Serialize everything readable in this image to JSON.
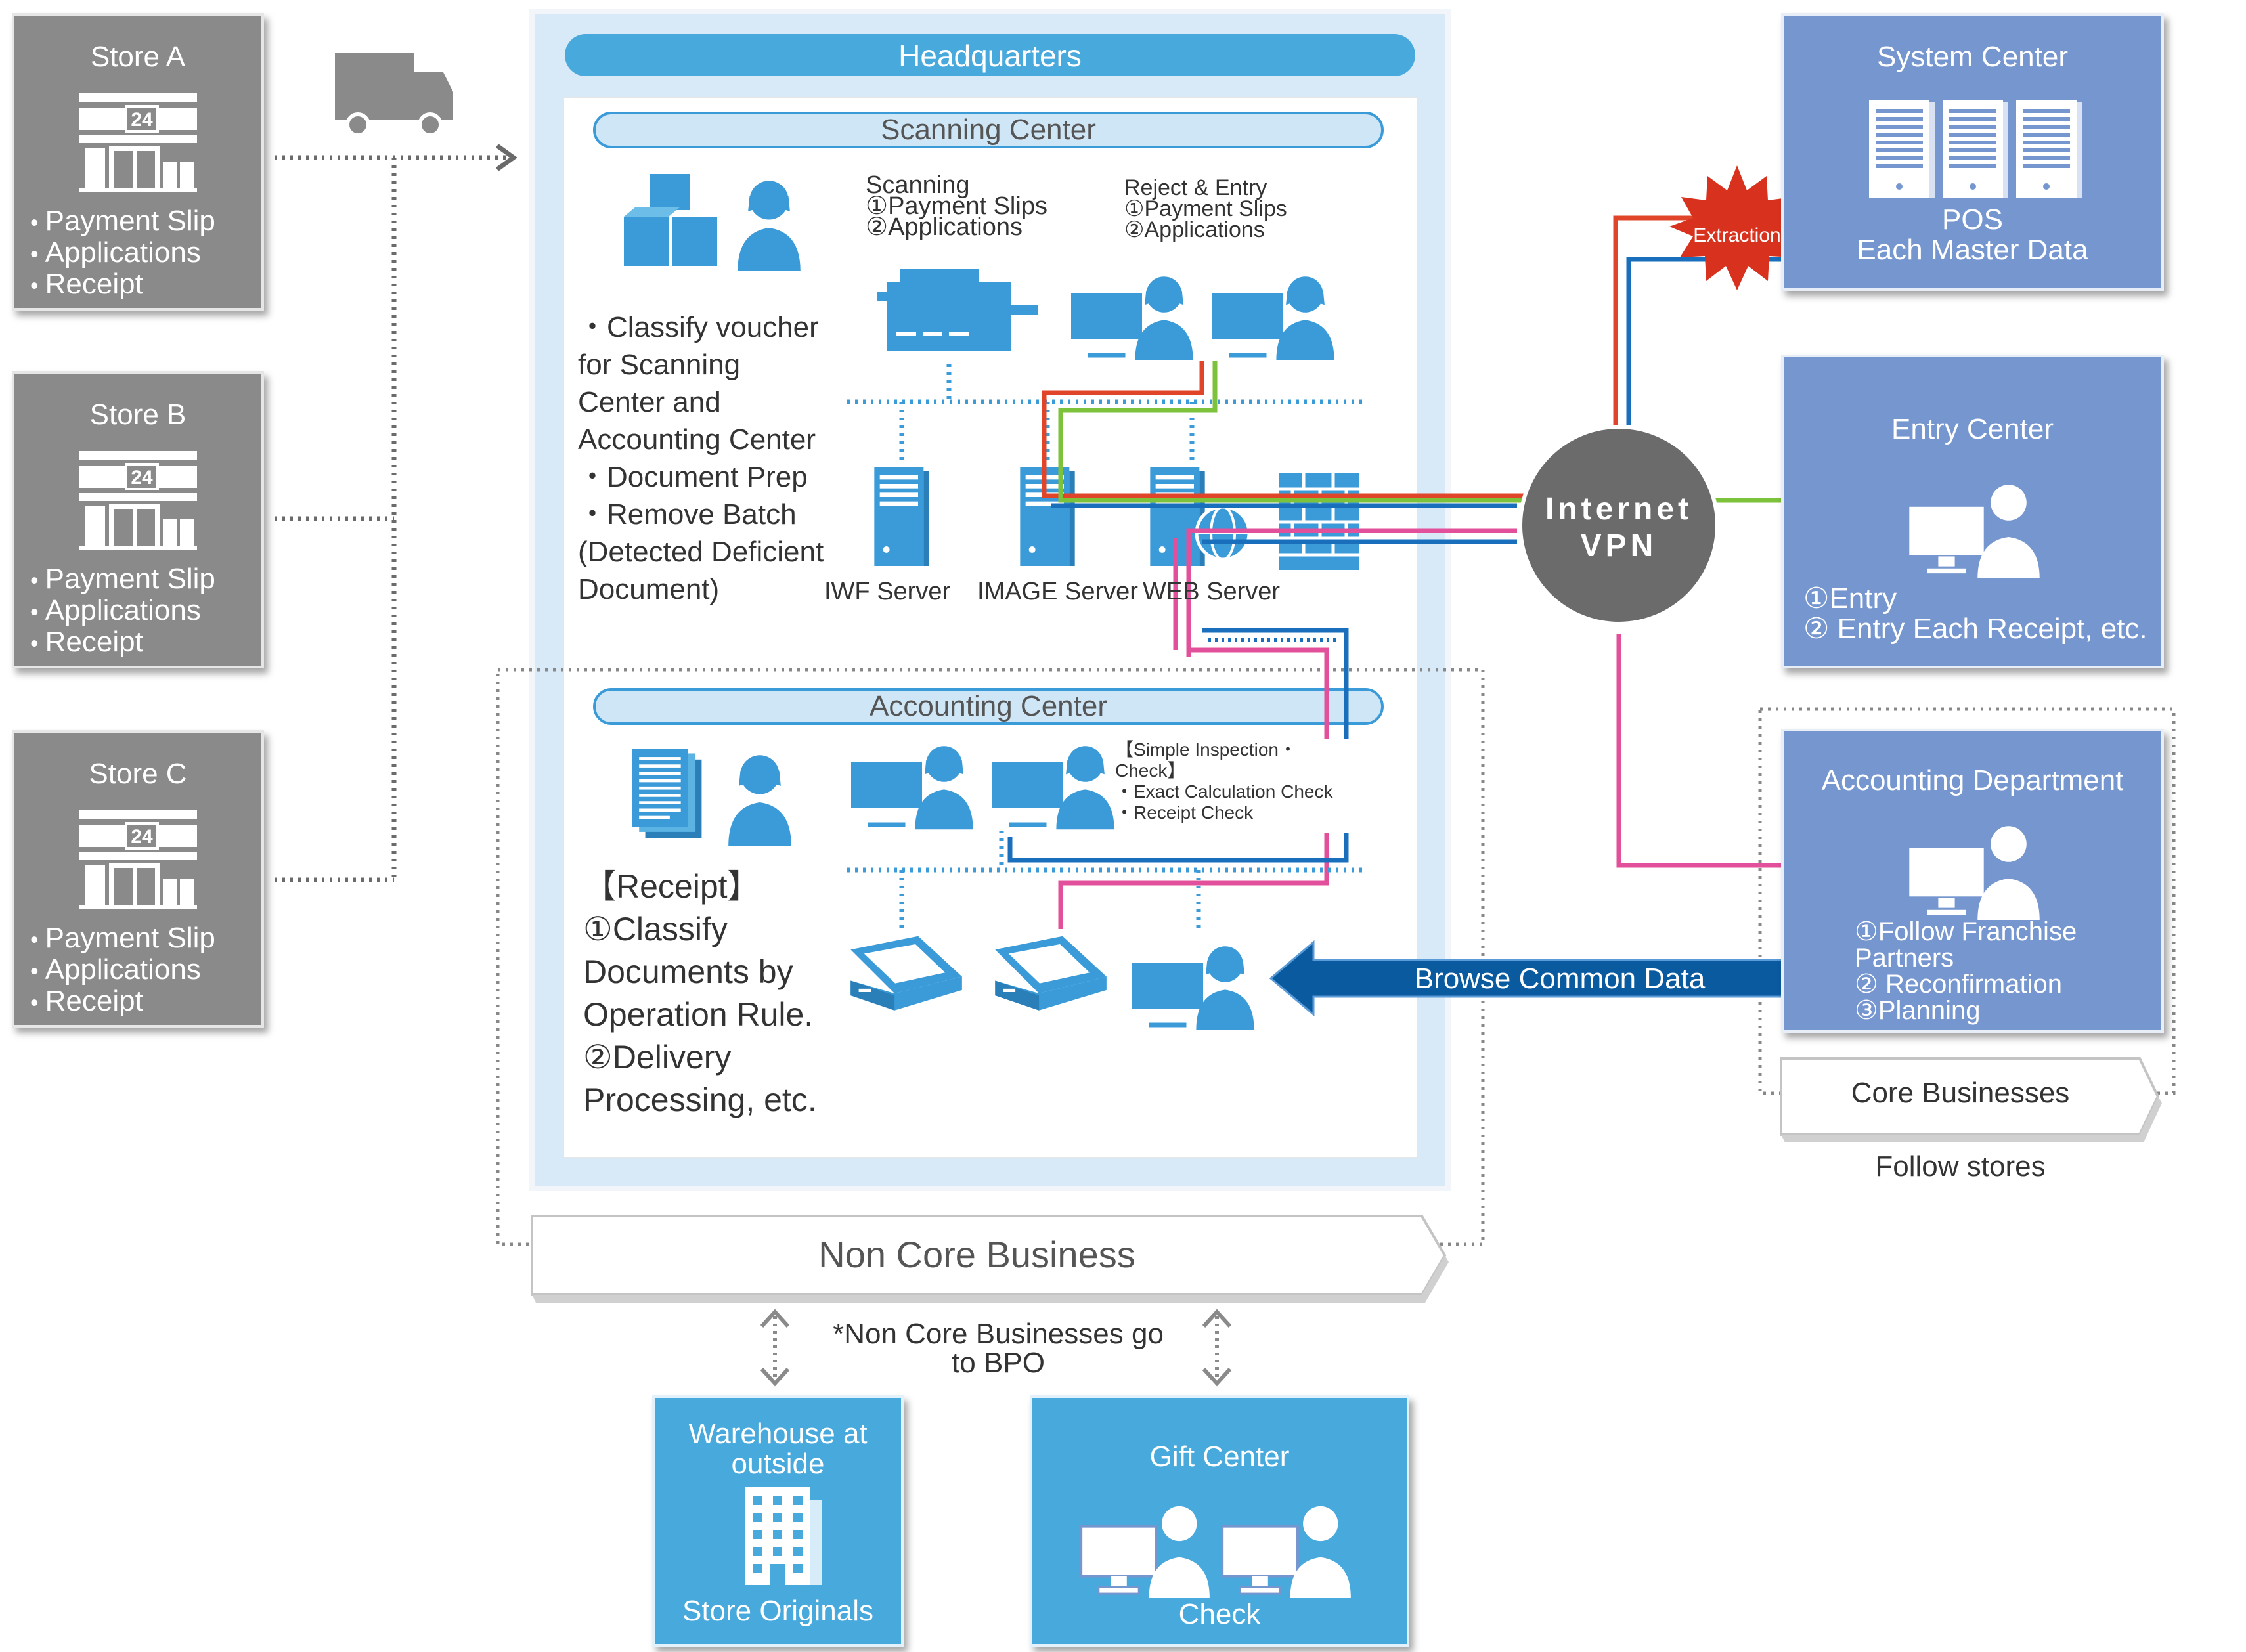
{
  "stores": [
    {
      "name": "Store A",
      "items": [
        "Payment Slip",
        "Applications",
        "Receipt"
      ]
    },
    {
      "name": "Store B",
      "items": [
        "Payment Slip",
        "Applications",
        "Receipt"
      ]
    },
    {
      "name": "Store C",
      "items": [
        "Payment Slip",
        "Applications",
        "Receipt"
      ]
    }
  ],
  "store_badge": "24",
  "headquarters": {
    "title": "Headquarters",
    "scanning_center": {
      "title": "Scanning Center",
      "scanning_label": [
        "Scanning",
        "①Payment Slips",
        "②Applications"
      ],
      "reject_label": [
        "Reject & Entry",
        "①Payment Slips",
        "②Applications"
      ],
      "description": [
        "・Classify voucher",
        "for Scanning",
        "Center and",
        "Accounting Center",
        "・Document Prep",
        "・Remove Batch",
        "(Detected Deficient",
        "Document)"
      ],
      "servers": [
        "IWF Server",
        "IMAGE Server",
        "WEB Server"
      ]
    },
    "accounting_center": {
      "title": "Accounting Center",
      "inspection_note": [
        "【Simple Inspection・",
        "Check】",
        "・Exact Calculation Check",
        "・Receipt Check"
      ],
      "description": [
        "【Receipt】",
        "①Classify",
        "Documents by",
        "Operation Rule.",
        "②Delivery",
        "Processing, etc."
      ]
    }
  },
  "internet": {
    "line1": "Internet",
    "line2": "VPN"
  },
  "extraction_label": "Extraction",
  "system_center": {
    "title": "System Center",
    "line1": "POS",
    "line2": "Each Master Data"
  },
  "entry_center": {
    "title": "Entry Center",
    "items": [
      "①Entry",
      "② Entry Each Receipt, etc."
    ]
  },
  "accounting_department": {
    "title": "Accounting Department",
    "items": [
      "①Follow Franchise",
      "Partners",
      "② Reconfirmation",
      "③Planning"
    ]
  },
  "core_businesses": {
    "label": "Core Businesses",
    "sublabel": "Follow stores"
  },
  "browse_common_data": "Browse Common Data",
  "non_core": {
    "label": "Non Core Business",
    "note": [
      "*Non Core Businesses go",
      "to BPO"
    ]
  },
  "warehouse": {
    "title": [
      "Warehouse at",
      "outside"
    ],
    "footer": "Store Originals"
  },
  "gift_center": {
    "title": "Gift Center",
    "footer": "Check"
  },
  "colors": {
    "store_gray": "#8a8a8a",
    "panel_blue": "#7596cf",
    "cyan": "#48a9dd",
    "icon_blue": "#3a9bd8",
    "internet_gray": "#6b6b6b",
    "arrow_navy": "#0a5aa0",
    "line_red": "#e0452a",
    "line_green": "#7cc23a",
    "line_pink": "#e2509b",
    "line_blue": "#1a6fbd",
    "burst_red": "#d8321e"
  },
  "icons": [
    "truck-icon",
    "store-24-icon",
    "boxes-icon",
    "person-icon",
    "scanner-machine-icon",
    "pc-operator-icon",
    "server-icon",
    "firewall-icon",
    "globe-icon",
    "document-stack-icon",
    "flatbed-scanner-icon",
    "building-icon",
    "rack-server-icon"
  ]
}
